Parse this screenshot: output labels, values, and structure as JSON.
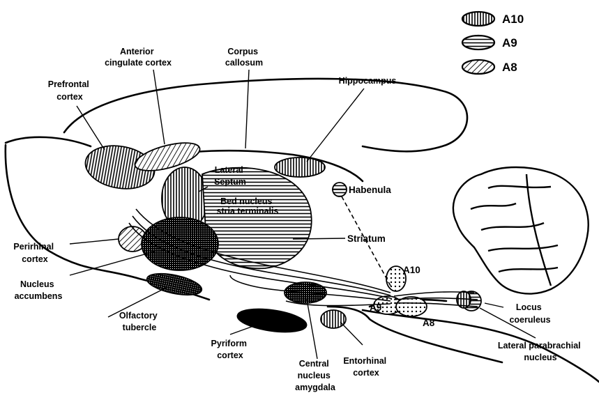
{
  "legend": {
    "items": [
      {
        "label": "A10"
      },
      {
        "label": "A9"
      },
      {
        "label": "A8"
      }
    ]
  },
  "labels": {
    "anterior_cingulate": [
      "Anterior",
      "cingulate cortex"
    ],
    "corpus_callosum": [
      "Corpus",
      "callosum"
    ],
    "prefrontal": [
      "Prefrontal",
      "cortex"
    ],
    "hippocampus": "Hippocampus",
    "lateral_septum": [
      "Lateral",
      "Septum"
    ],
    "bed_nucleus": [
      "Bed nucleus",
      "stria terminalis"
    ],
    "habenula": "Habenula",
    "perirhinal": [
      "Perirhinal",
      "cortex"
    ],
    "striatum": "Striatum",
    "nucleus_accumbens": [
      "Nucleus",
      "accumbens"
    ],
    "a10": "A10",
    "a9": "A9",
    "a8": "A8",
    "olfactory": [
      "Olfactory",
      "tubercle"
    ],
    "locus": [
      "Locus",
      "coeruleus"
    ],
    "pyriform": [
      "Pyriform",
      "cortex"
    ],
    "lateral_parabrachial": [
      "Lateral parabrachial",
      "nucleus"
    ],
    "central_nucleus": [
      "Central",
      "nucleus",
      "amygdala"
    ],
    "entorhinal": [
      "Entorhinal",
      "cortex"
    ]
  }
}
